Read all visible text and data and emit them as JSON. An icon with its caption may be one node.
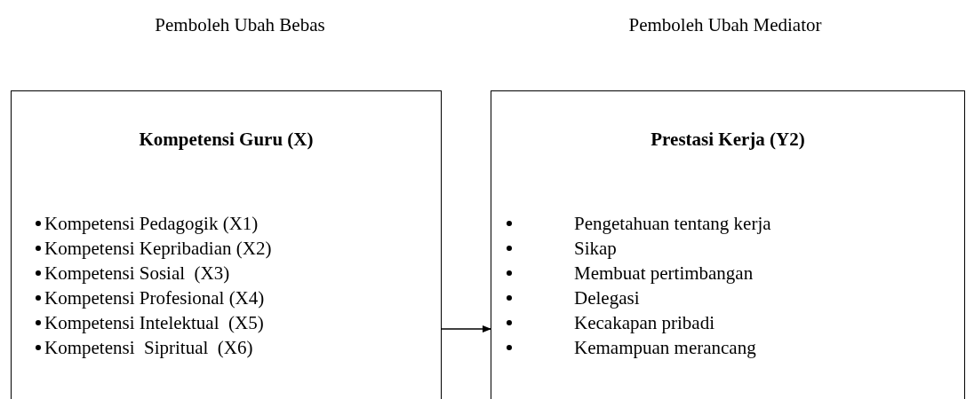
{
  "diagram": {
    "nodes": [
      {
        "text": [
          "Kompetensi Guru (X)",
          "Kompetensi Pedagogik (X1)",
          "Kompetensi Kepribadian (X2)",
          "Kompetensi Sosial  (X3)",
          "Kompetensi Profesional (X4)",
          "Kompetensi Intelektual  (X5)",
          "Kompetensi  Sipritual  (X6)"
        ]
      },
      {
        "text": [
          "Prestasi Kerja (Y2)",
          "Pengetahuan tentang kerja",
          "Sikap",
          "Membuat pertimbangan",
          "Delegasi",
          "Kecakapan pribadi",
          "Kemampuan merancang"
        ]
      }
    ],
    "edges": [
      {
        "from": 0,
        "to": 1,
        "arrow": "to"
      }
    ],
    "labels": [
      "Pemboleh Ubah Bebas",
      "Pemboleh Ubah Mediator"
    ]
  }
}
